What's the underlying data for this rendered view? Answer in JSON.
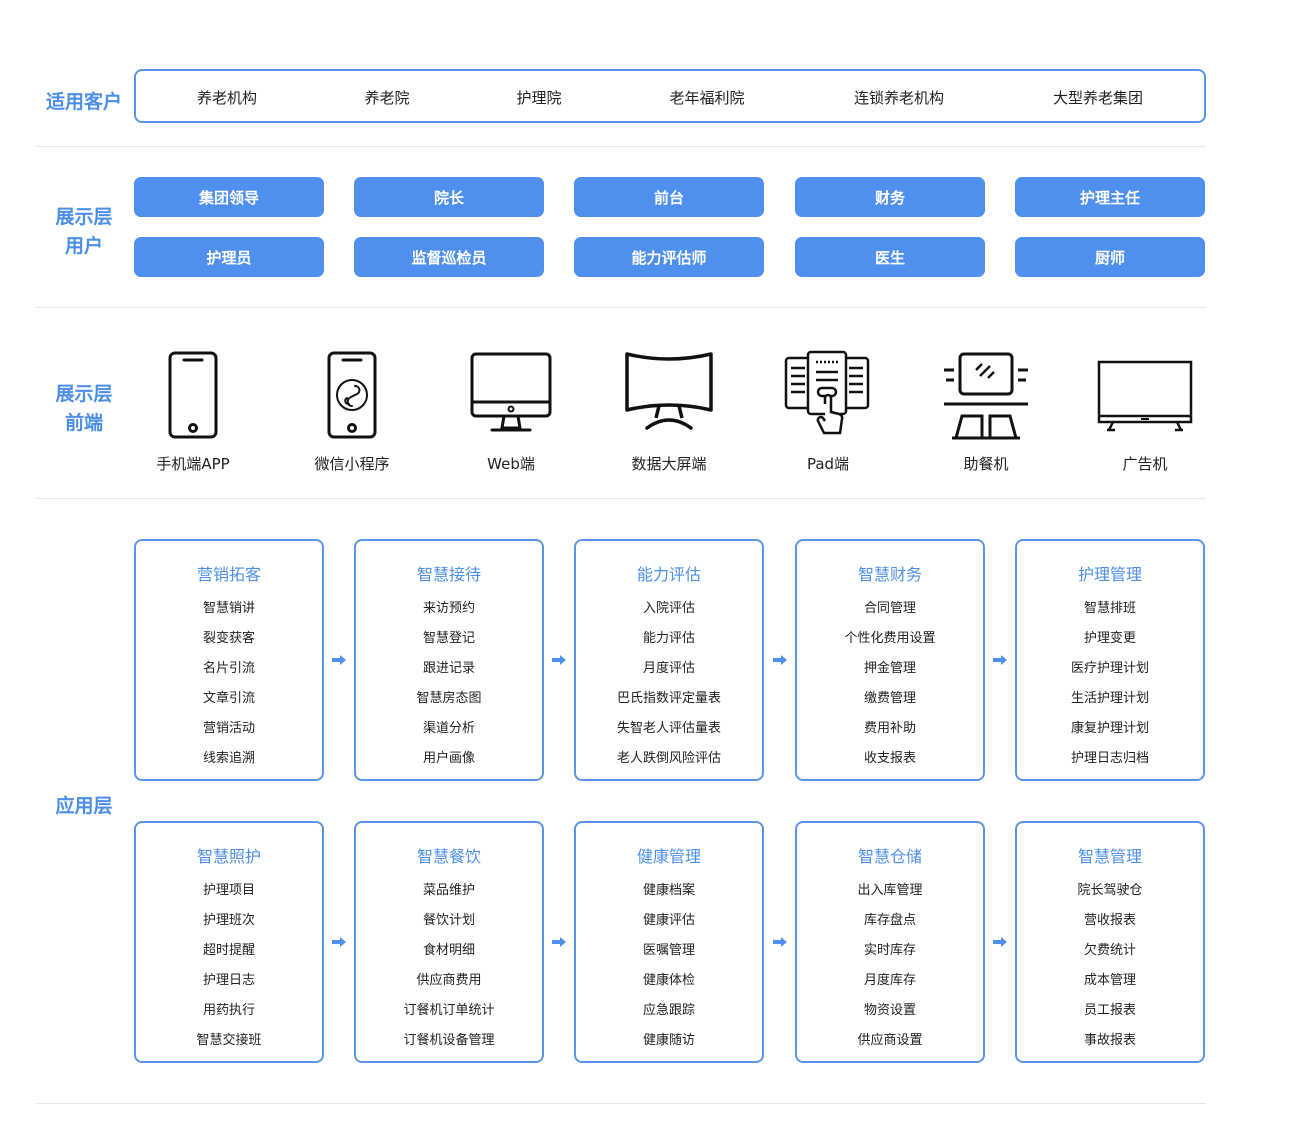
{
  "sections": {
    "customers": "适用客户",
    "users_line1": "展示层",
    "users_line2": "用户",
    "frontend_line1": "展示层",
    "frontend_line2": "前端",
    "application": "应用层"
  },
  "customers": [
    "养老机构",
    "养老院",
    "护理院",
    "老年福利院",
    "连锁养老机构",
    "大型养老集团"
  ],
  "users_row1": [
    "集团领导",
    "院长",
    "前台",
    "财务",
    "护理主任"
  ],
  "users_row2": [
    "护理员",
    "监督巡检员",
    "能力评估师",
    "医生",
    "厨师"
  ],
  "devices": [
    {
      "label": "手机端APP",
      "icon": "smartphone-icon"
    },
    {
      "label": "微信小程序",
      "icon": "mini-program-icon"
    },
    {
      "label": "Web端",
      "icon": "desktop-monitor-icon"
    },
    {
      "label": "数据大屏端",
      "icon": "curved-screen-icon"
    },
    {
      "label": "Pad端",
      "icon": "tablet-touch-icon"
    },
    {
      "label": "助餐机",
      "icon": "meal-kiosk-icon"
    },
    {
      "label": "广告机",
      "icon": "tv-display-icon"
    }
  ],
  "modules_row1": [
    {
      "title": "营销拓客",
      "items": [
        "智慧销讲",
        "裂变获客",
        "名片引流",
        "文章引流",
        "营销活动",
        "线索追溯"
      ]
    },
    {
      "title": "智慧接待",
      "items": [
        "来访预约",
        "智慧登记",
        "跟进记录",
        "智慧房态图",
        "渠道分析",
        "用户画像"
      ]
    },
    {
      "title": "能力评估",
      "items": [
        "入院评估",
        "能力评估",
        "月度评估",
        "巴氏指数评定量表",
        "失智老人评估量表",
        "老人跌倒风险评估"
      ]
    },
    {
      "title": "智慧财务",
      "items": [
        "合同管理",
        "个性化费用设置",
        "押金管理",
        "缴费管理",
        "费用补助",
        "收支报表"
      ]
    },
    {
      "title": "护理管理",
      "items": [
        "智慧排班",
        "护理变更",
        "医疗护理计划",
        "生活护理计划",
        "康复护理计划",
        "护理日志归档"
      ]
    }
  ],
  "modules_row2": [
    {
      "title": "智慧照护",
      "items": [
        "护理项目",
        "护理班次",
        "超时提醒",
        "护理日志",
        "用药执行",
        "智慧交接班"
      ]
    },
    {
      "title": "智慧餐饮",
      "items": [
        "菜品维护",
        "餐饮计划",
        "食材明细",
        "供应商费用",
        "订餐机订单统计",
        "订餐机设备管理"
      ]
    },
    {
      "title": "健康管理",
      "items": [
        "健康档案",
        "健康评估",
        "医嘱管理",
        "健康体检",
        "应急跟踪",
        "健康随访"
      ]
    },
    {
      "title": "智慧仓储",
      "items": [
        "出入库管理",
        "库存盘点",
        "实时库存",
        "月度库存",
        "物资设置",
        "供应商设置"
      ]
    },
    {
      "title": "智慧管理",
      "items": [
        "院长驾驶仓",
        "营收报表",
        "欠费统计",
        "成本管理",
        "员工报表",
        "事故报表"
      ]
    }
  ],
  "colors": {
    "accent": "#4f90ee",
    "border": "#5b95e8",
    "label": "#4d8fe8"
  }
}
